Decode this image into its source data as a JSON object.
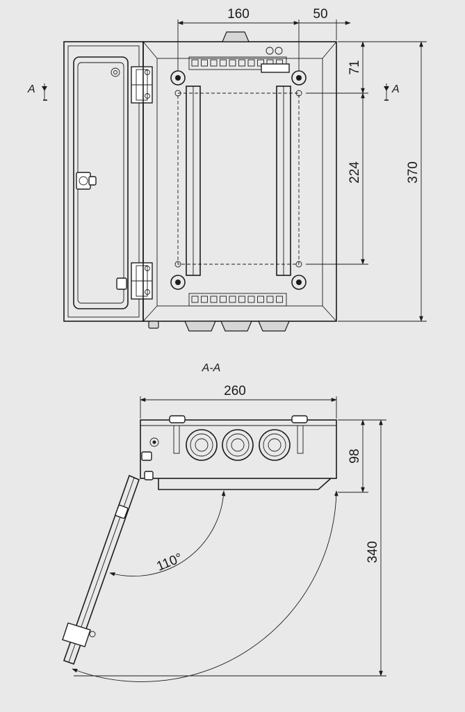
{
  "front_view": {
    "dims": {
      "width_inner": "160",
      "offset_right": "50",
      "top_offset": "71",
      "mount_span": "224",
      "height": "370"
    },
    "section_mark": "A"
  },
  "section_view": {
    "title": "A-A",
    "dims": {
      "width": "260",
      "depth": "98",
      "door_reach": "340",
      "angle": "110°"
    }
  },
  "colors": {
    "background": "#e9e9e9",
    "line": "#1c1c1c"
  }
}
